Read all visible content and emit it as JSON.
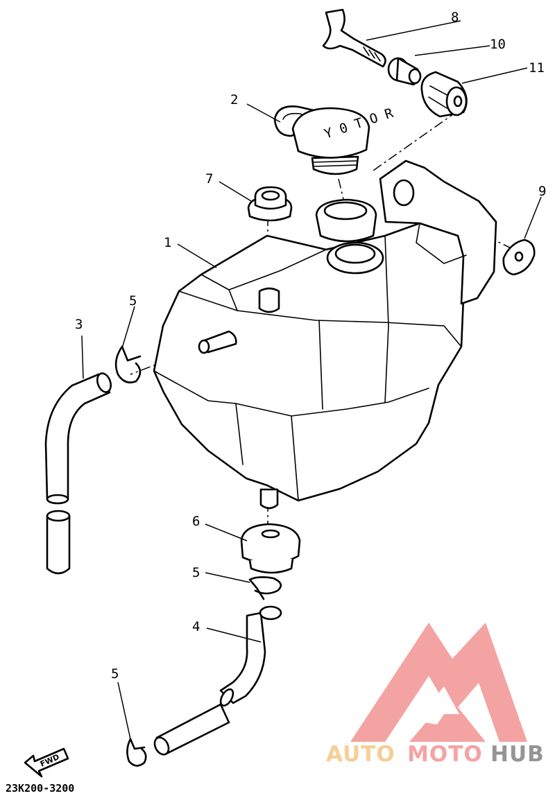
{
  "diagram": {
    "callouts": [
      {
        "id": "callout-1",
        "label": "1"
      },
      {
        "id": "callout-2",
        "label": "2"
      },
      {
        "id": "callout-3",
        "label": "3"
      },
      {
        "id": "callout-4",
        "label": "4"
      },
      {
        "id": "callout-5a",
        "label": "5"
      },
      {
        "id": "callout-5b",
        "label": "5"
      },
      {
        "id": "callout-5c",
        "label": "5"
      },
      {
        "id": "callout-6",
        "label": "6"
      },
      {
        "id": "callout-7",
        "label": "7"
      },
      {
        "id": "callout-8",
        "label": "8"
      },
      {
        "id": "callout-9",
        "label": "9"
      },
      {
        "id": "callout-10",
        "label": "10"
      },
      {
        "id": "callout-11",
        "label": "11"
      }
    ],
    "drawing_code": "23K200-3200",
    "fwd_label": "FWD",
    "cap_lettering": "Y 0 T O R"
  },
  "watermark": {
    "parts": [
      "AUTO",
      "MOTO",
      "HUB"
    ],
    "colors": {
      "auto": "#f7c98a",
      "moto": "#f59a9a",
      "hub": "#8a8a8a",
      "mark": "#f39a9a"
    }
  }
}
